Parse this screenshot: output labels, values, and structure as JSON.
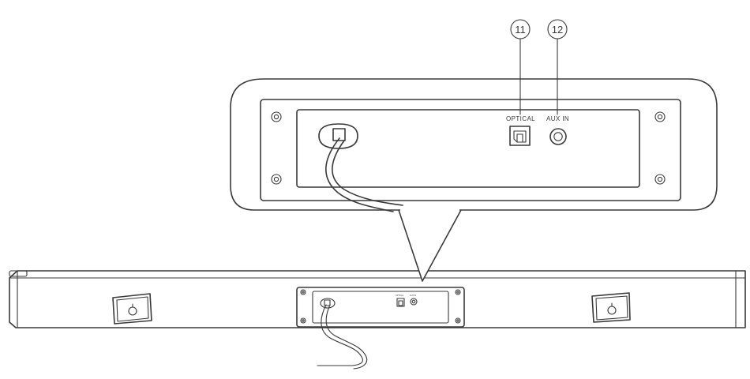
{
  "callouts": [
    {
      "number": "11",
      "label": "OPTICAL"
    },
    {
      "number": "12",
      "label": "AUX IN"
    }
  ],
  "colors": {
    "line": "#3a3a3a",
    "background": "#ffffff"
  },
  "icons": {
    "wall_mount_left": "keyhole-mount-icon",
    "wall_mount_right": "keyhole-mount-icon",
    "optical_port": "optical-port-icon",
    "aux_port": "aux-jack-icon",
    "power_port": "power-socket-icon"
  }
}
